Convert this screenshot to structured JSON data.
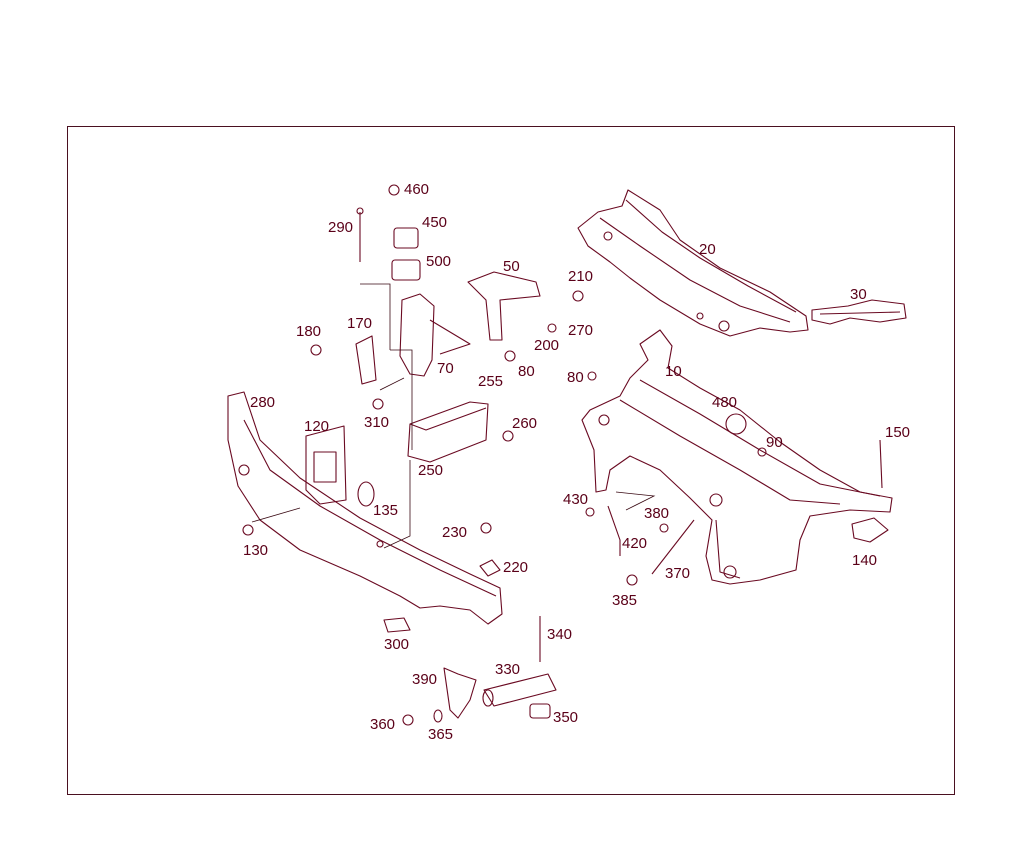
{
  "diagram": {
    "accent_color": "#6a0a22",
    "label_color": "#5a0018",
    "labels": [
      {
        "id": "460",
        "text": "460"
      },
      {
        "id": "290",
        "text": "290"
      },
      {
        "id": "450",
        "text": "450"
      },
      {
        "id": "500",
        "text": "500"
      },
      {
        "id": "50",
        "text": "50"
      },
      {
        "id": "210",
        "text": "210"
      },
      {
        "id": "20",
        "text": "20"
      },
      {
        "id": "30",
        "text": "30"
      },
      {
        "id": "180",
        "text": "180"
      },
      {
        "id": "170",
        "text": "170"
      },
      {
        "id": "270",
        "text": "270"
      },
      {
        "id": "200",
        "text": "200"
      },
      {
        "id": "70",
        "text": "70"
      },
      {
        "id": "80a",
        "text": "80"
      },
      {
        "id": "80b",
        "text": "80"
      },
      {
        "id": "10",
        "text": "10"
      },
      {
        "id": "255",
        "text": "255"
      },
      {
        "id": "280",
        "text": "280"
      },
      {
        "id": "310",
        "text": "310"
      },
      {
        "id": "480",
        "text": "480"
      },
      {
        "id": "120",
        "text": "120"
      },
      {
        "id": "260",
        "text": "260"
      },
      {
        "id": "150",
        "text": "150"
      },
      {
        "id": "90",
        "text": "90"
      },
      {
        "id": "250",
        "text": "250"
      },
      {
        "id": "135",
        "text": "135"
      },
      {
        "id": "430",
        "text": "430"
      },
      {
        "id": "380",
        "text": "380"
      },
      {
        "id": "130",
        "text": "130"
      },
      {
        "id": "230",
        "text": "230"
      },
      {
        "id": "420",
        "text": "420"
      },
      {
        "id": "140",
        "text": "140"
      },
      {
        "id": "220",
        "text": "220"
      },
      {
        "id": "370",
        "text": "370"
      },
      {
        "id": "385",
        "text": "385"
      },
      {
        "id": "340",
        "text": "340"
      },
      {
        "id": "300",
        "text": "300"
      },
      {
        "id": "330",
        "text": "330"
      },
      {
        "id": "390",
        "text": "390"
      },
      {
        "id": "350",
        "text": "350"
      },
      {
        "id": "360",
        "text": "360"
      },
      {
        "id": "365",
        "text": "365"
      }
    ]
  }
}
